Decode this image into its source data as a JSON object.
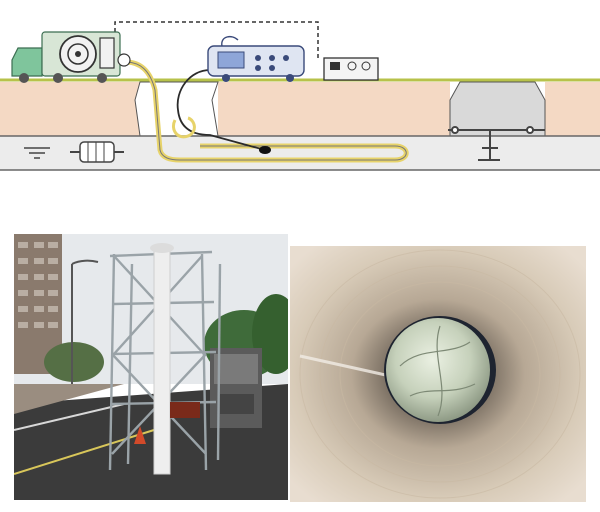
{
  "figure": {
    "panels": [
      {
        "id": "schematic",
        "kind": "diagram",
        "text_labels": []
      },
      {
        "id": "site-photo",
        "kind": "photograph",
        "text_labels": []
      },
      {
        "id": "pipe-interior-photo",
        "kind": "photograph",
        "text_labels": []
      }
    ]
  },
  "colors": {
    "soil": "#f4d9c4",
    "ground_line": "#b7c24a",
    "cable_yellow": "#e7d36a",
    "cable_dark": "#3a3a3a",
    "equipment_gray": "#d9dde0",
    "equipment_blue": "#8ea6d8",
    "pipe_gray": "#e3e3e3",
    "pipe_wall": "#c7b49a",
    "dark_ring": "#2b2b2b",
    "sky": "#e6e9ec",
    "road": "#3b3b3b"
  },
  "icons": [
    "truck-icon",
    "cable-reel-icon",
    "inflation-equipment-icon",
    "control-box-icon",
    "water-level-icon",
    "pump-icon",
    "valve-icon"
  ]
}
